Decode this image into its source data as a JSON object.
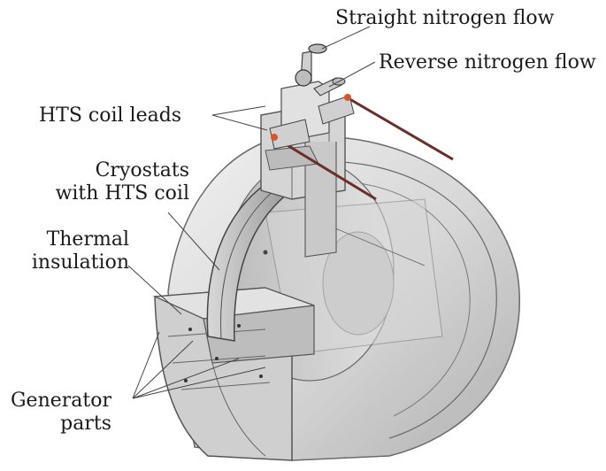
{
  "labels": {
    "straight_flow": "Straight nitrogen flow",
    "reverse_flow": "Reverse nitrogen flow",
    "hts_leads": "HTS coil leads",
    "cryostats_line1": "Cryostats",
    "cryostats_line2": "with HTS coil",
    "thermal_line1": "Thermal",
    "thermal_line2": "insulation",
    "generator_line1": "Generator",
    "generator_line2": "parts"
  },
  "colors": {
    "body_light": "#e4e4e4",
    "body_mid": "#c9c9c9",
    "body_dark": "#9a9a9a",
    "edge": "#5a5a5a",
    "rod": "#6b2f2a",
    "rod_end": "#d9532b",
    "leader": "#444444"
  }
}
